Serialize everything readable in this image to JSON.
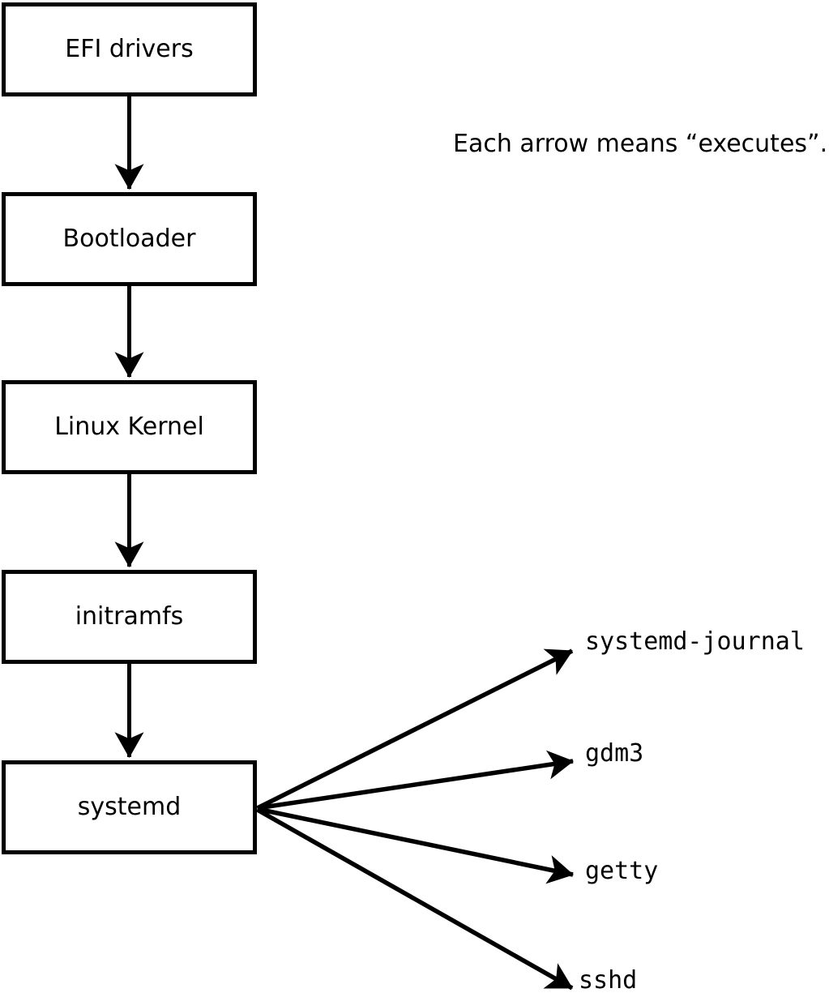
{
  "note": "Each arrow means “executes”.",
  "diagram": {
    "edge_meaning": "executes",
    "chain": [
      {
        "id": "efi-drivers",
        "label": "EFI drivers"
      },
      {
        "id": "bootloader",
        "label": "Bootloader"
      },
      {
        "id": "linux-kernel",
        "label": "Linux Kernel"
      },
      {
        "id": "initramfs",
        "label": "initramfs"
      },
      {
        "id": "systemd",
        "label": "systemd"
      }
    ],
    "spawned": [
      {
        "id": "systemd-journal",
        "label": "systemd-journal"
      },
      {
        "id": "gdm3",
        "label": "gdm3"
      },
      {
        "id": "getty",
        "label": "getty"
      },
      {
        "id": "sshd",
        "label": "sshd"
      }
    ]
  },
  "colors": {
    "line": "#000000",
    "box_fill": "#ffffff",
    "background": "#ffffff",
    "text": "#000000"
  }
}
